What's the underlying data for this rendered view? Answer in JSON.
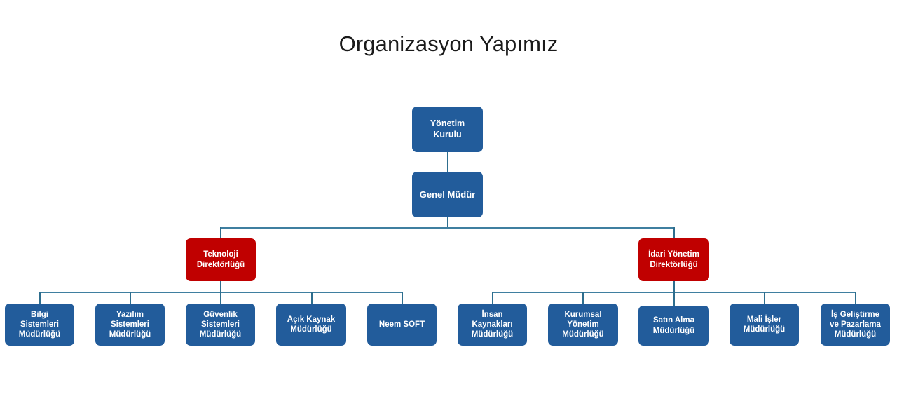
{
  "page": {
    "title": "Organizasyon Yapımız",
    "background": "#FFFFFF",
    "title_color": "#1A1A1A"
  },
  "colors": {
    "node_blue": "#225C9B",
    "node_red": "#C00000",
    "connector": "#2E6E8E",
    "node_text": "#FFFFFF"
  },
  "chart_data": {
    "type": "diagram",
    "subtype": "organization-chart",
    "title": "Organizasyon Yapımız",
    "nodes": [
      {
        "id": "yonetim-kurulu",
        "label": "Yönetim\nKurulu",
        "level": 0,
        "color": "#225C9B",
        "parent": null
      },
      {
        "id": "genel-mudur",
        "label": "Genel Müdür",
        "level": 1,
        "color": "#225C9B",
        "parent": "yonetim-kurulu"
      },
      {
        "id": "teknoloji-direktorlugu",
        "label": "Teknoloji\nDirektörlüğü",
        "level": 2,
        "color": "#C00000",
        "parent": "genel-mudur"
      },
      {
        "id": "idari-yonetim-direktorlugu",
        "label": "İdari Yönetim\nDirektörlüğü",
        "level": 2,
        "color": "#C00000",
        "parent": "genel-mudur"
      },
      {
        "id": "bilgi-sistemleri",
        "label": "Bilgi\nSistemleri\nMüdürlüğü",
        "level": 3,
        "color": "#225C9B",
        "parent": "teknoloji-direktorlugu"
      },
      {
        "id": "yazilim-sistemleri",
        "label": "Yazılım\nSistemleri\nMüdürlüğü",
        "level": 3,
        "color": "#225C9B",
        "parent": "teknoloji-direktorlugu"
      },
      {
        "id": "guvenlik-sistemleri",
        "label": "Güvenlik\nSistemleri\nMüdürlüğü",
        "level": 3,
        "color": "#225C9B",
        "parent": "teknoloji-direktorlugu"
      },
      {
        "id": "acik-kaynak",
        "label": "Açık Kaynak\nMüdürlüğü",
        "level": 3,
        "color": "#225C9B",
        "parent": "teknoloji-direktorlugu"
      },
      {
        "id": "neem-soft",
        "label": "Neem SOFT",
        "level": 3,
        "color": "#225C9B",
        "parent": "teknoloji-direktorlugu"
      },
      {
        "id": "insan-kaynaklari",
        "label": "İnsan\nKaynakları\nMüdürlüğü",
        "level": 3,
        "color": "#225C9B",
        "parent": "idari-yonetim-direktorlugu"
      },
      {
        "id": "kurumsal-yonetim",
        "label": "Kurumsal\nYönetim\nMüdürlüğü",
        "level": 3,
        "color": "#225C9B",
        "parent": "idari-yonetim-direktorlugu"
      },
      {
        "id": "satin-alma",
        "label": "Satın Alma\nMüdürlüğü",
        "level": 3,
        "color": "#225C9B",
        "parent": "idari-yonetim-direktorlugu"
      },
      {
        "id": "mali-isler",
        "label": "Mali İşler\nMüdürlüğü",
        "level": 3,
        "color": "#225C9B",
        "parent": "idari-yonetim-direktorlugu"
      },
      {
        "id": "is-gelistirme-pazarlama",
        "label": "İş Geliştirme\nve Pazarlama\nMüdürlüğü",
        "level": 3,
        "color": "#225C9B",
        "parent": "idari-yonetim-direktorlugu"
      }
    ]
  }
}
